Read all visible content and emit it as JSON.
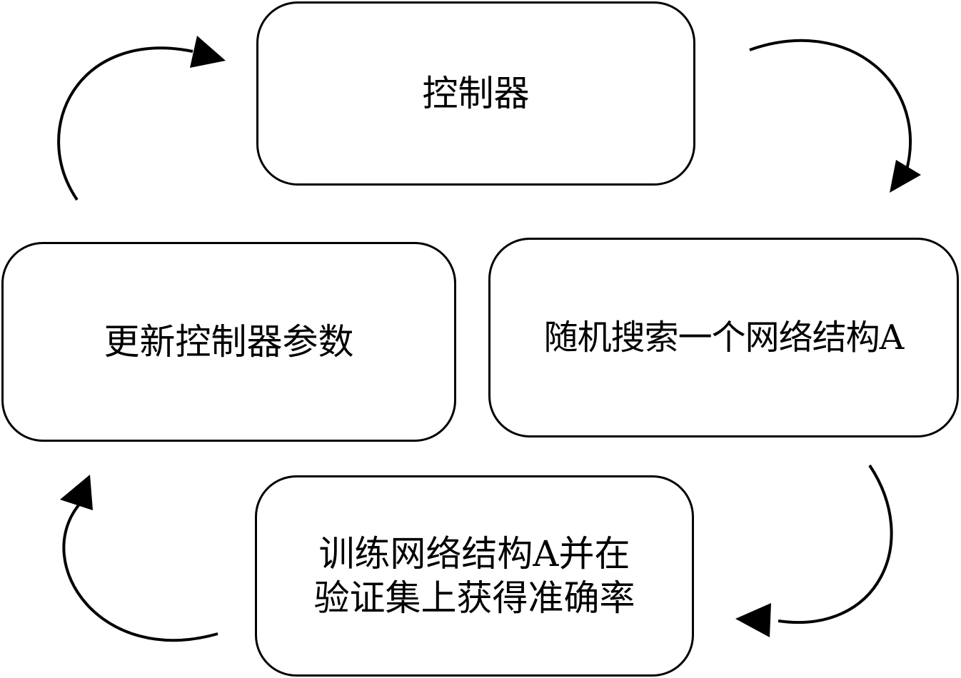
{
  "diagram": {
    "nodes": [
      {
        "id": "controller",
        "label": "控制器"
      },
      {
        "id": "search",
        "label": "随机搜索一个网络结构A"
      },
      {
        "id": "train",
        "label": "训练网络结构A并在\n验证集上获得准确率"
      },
      {
        "id": "update",
        "label": "更新控制器参数"
      }
    ],
    "edges": [
      {
        "from": "controller",
        "to": "search"
      },
      {
        "from": "search",
        "to": "train"
      },
      {
        "from": "train",
        "to": "update"
      },
      {
        "from": "update",
        "to": "controller"
      }
    ]
  }
}
